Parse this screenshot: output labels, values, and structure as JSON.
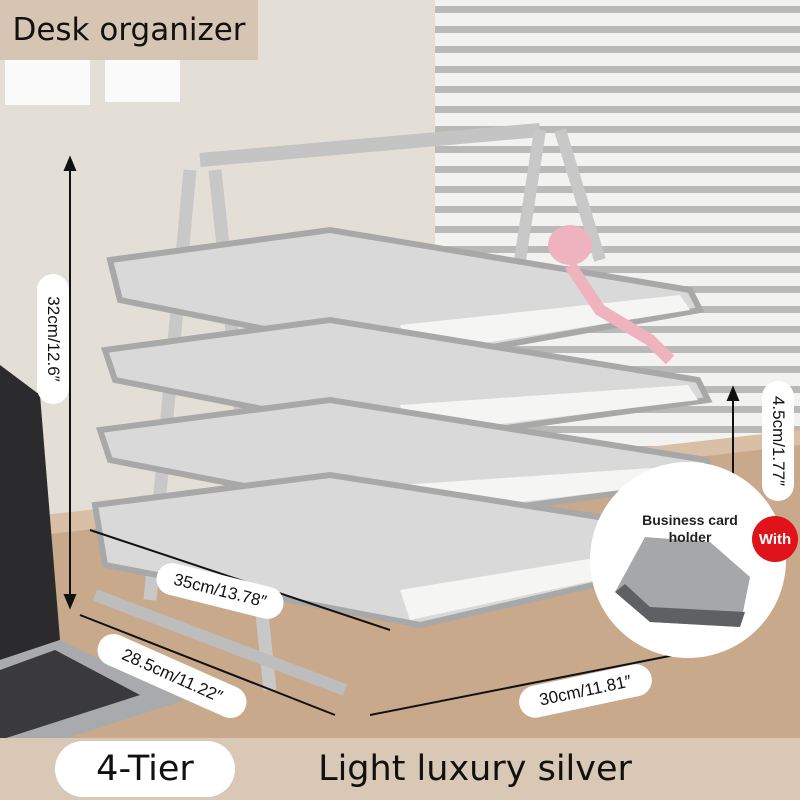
{
  "header": {
    "title": "Desk organizer"
  },
  "dimensions": {
    "height": "32cm/12.6″",
    "depth_front": "35cm/13.78″",
    "depth": "28.5cm/11.22″",
    "width": "30cm/11.81″",
    "tier_gap": "4.5cm/1.77″"
  },
  "bonus": {
    "label": "Business card holder",
    "badge": "With",
    "badge_color": "#e0121a"
  },
  "footer": {
    "tiers": "4-Tier",
    "finish": "Light luxury silver"
  },
  "colors": {
    "title_bg": "#d7c5b4",
    "footer_bg": "#d9c8b6",
    "silver": "#bfbfbf"
  }
}
